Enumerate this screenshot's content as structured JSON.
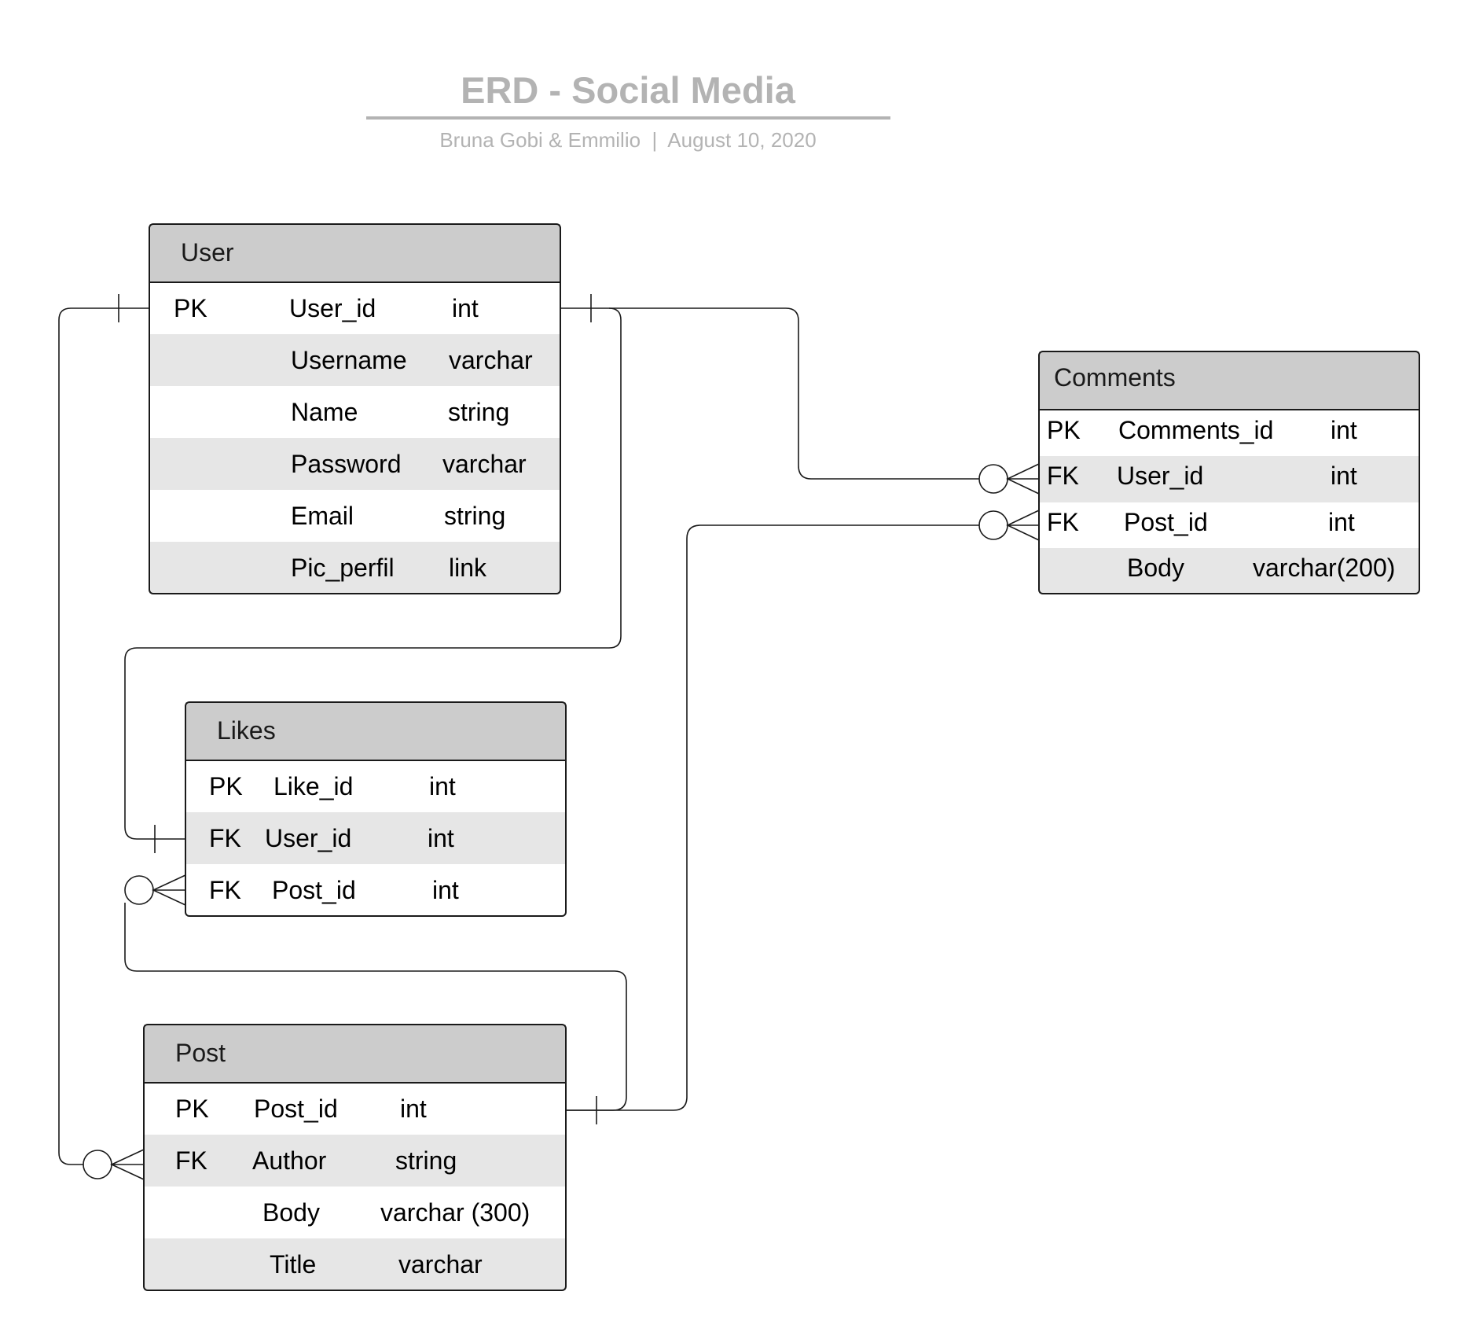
{
  "header": {
    "title": "ERD - Social Media",
    "subtitle": "Bruna Gobi & Emmilio  |  August 10, 2020"
  },
  "entities": {
    "user": {
      "name": "User",
      "rows": [
        {
          "key": "PK",
          "field": "User_id",
          "type": "int"
        },
        {
          "key": "",
          "field": "Username",
          "type": "varchar"
        },
        {
          "key": "",
          "field": "Name",
          "type": "string"
        },
        {
          "key": "",
          "field": "Password",
          "type": "varchar"
        },
        {
          "key": "",
          "field": "Email",
          "type": "string"
        },
        {
          "key": "",
          "field": "Pic_perfil",
          "type": "link"
        }
      ]
    },
    "comments": {
      "name": "Comments",
      "rows": [
        {
          "key": "PK",
          "field": "Comments_id",
          "type": "int"
        },
        {
          "key": "FK",
          "field": "User_id",
          "type": "int"
        },
        {
          "key": "FK",
          "field": "Post_id",
          "type": "int"
        },
        {
          "key": "",
          "field": "Body",
          "type": "varchar(200)"
        }
      ]
    },
    "likes": {
      "name": "Likes",
      "rows": [
        {
          "key": "PK",
          "field": "Like_id",
          "type": "int"
        },
        {
          "key": "FK",
          "field": "User_id",
          "type": "int"
        },
        {
          "key": "FK",
          "field": "Post_id",
          "type": "int"
        }
      ]
    },
    "post": {
      "name": "Post",
      "rows": [
        {
          "key": "PK",
          "field": "Post_id",
          "type": "int"
        },
        {
          "key": "FK",
          "field": "Author",
          "type": "string"
        },
        {
          "key": "",
          "field": "Body",
          "type": "varchar (300)"
        },
        {
          "key": "",
          "field": "Title",
          "type": "varchar"
        }
      ]
    }
  },
  "relationships": [
    {
      "from": "User.User_id",
      "from_cardinality": "one",
      "to": "Comments.User_id",
      "to_cardinality": "zero-or-many"
    },
    {
      "from": "User.User_id",
      "from_cardinality": "one",
      "to": "Likes.User_id",
      "to_cardinality": "one"
    },
    {
      "from": "User.User_id",
      "from_cardinality": "one",
      "to": "Post.Author",
      "to_cardinality": "zero-or-many"
    },
    {
      "from": "Post.Post_id",
      "from_cardinality": "one",
      "to": "Likes.Post_id",
      "to_cardinality": "zero-or-many"
    },
    {
      "from": "Post.Post_id",
      "from_cardinality": "one",
      "to": "Comments.Post_id",
      "to_cardinality": "zero-or-many"
    }
  ]
}
